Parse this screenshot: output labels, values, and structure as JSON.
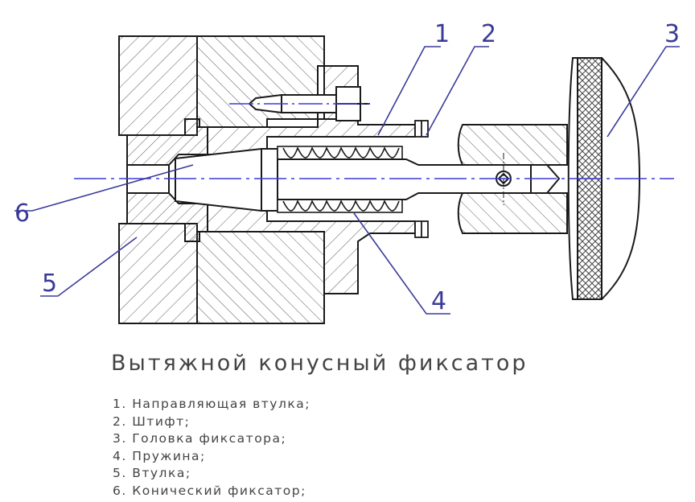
{
  "title": "Вытяжной конусный фиксатор",
  "callouts": [
    "1",
    "2",
    "3",
    "4",
    "5",
    "6"
  ],
  "legend": [
    "1. Направляющая втулка;",
    "2. Штифт;",
    "3. Головка фиксатора;",
    "4. Пружина;",
    "5. Втулка;",
    "6. Конический фиксатор;"
  ],
  "colors": {
    "line": "#1a1a1a",
    "hatch": "#5a5a5a",
    "axis": "#3b3bd6",
    "leader": "#3a3a9a"
  }
}
